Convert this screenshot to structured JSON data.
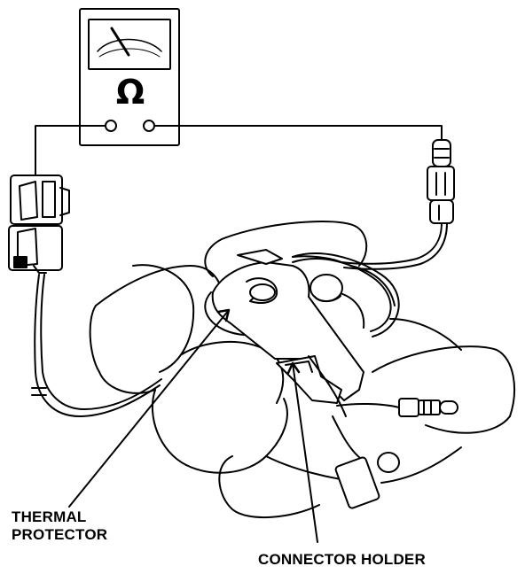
{
  "meter": {
    "symbol": "Ω"
  },
  "labels": {
    "thermal_line1": "THERMAL",
    "thermal_line2": "PROTECTOR",
    "connector_holder": "CONNECTOR HOLDER"
  },
  "colors": {
    "ink": "#000000",
    "paper": "#ffffff"
  }
}
